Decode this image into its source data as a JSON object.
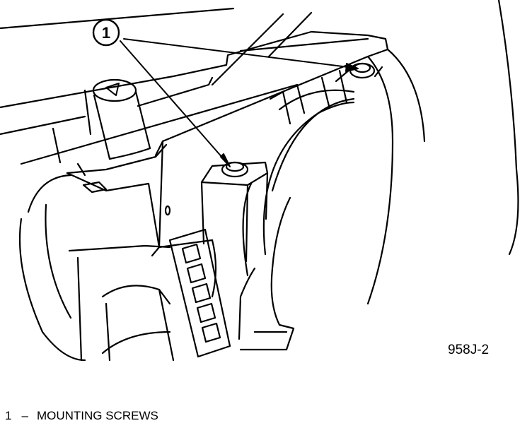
{
  "callout": {
    "number": "1"
  },
  "figure_code": "958J-2",
  "legend": {
    "items": [
      {
        "number": "1",
        "dash": "–",
        "label": "MOUNTING SCREWS"
      }
    ]
  }
}
